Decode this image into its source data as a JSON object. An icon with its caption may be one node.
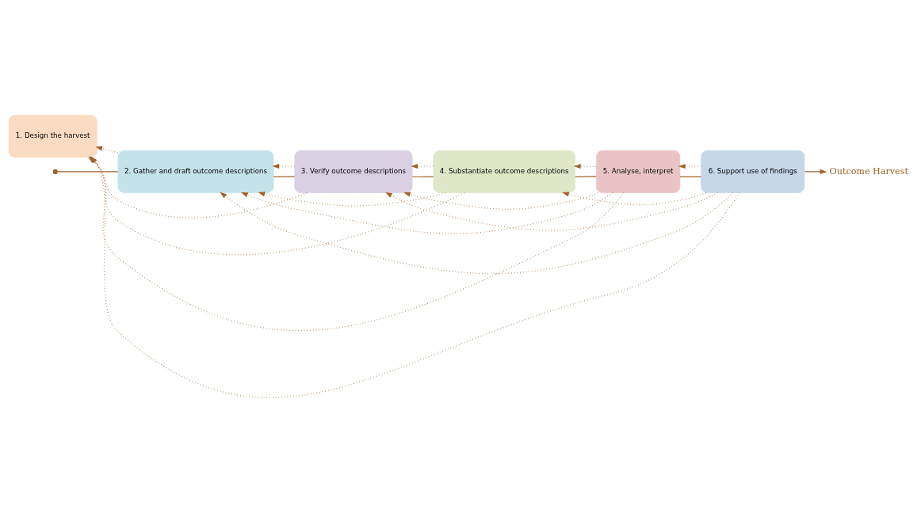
{
  "diagram": {
    "nodes": [
      {
        "text": [
          "1. Design the harvest"
        ]
      },
      {
        "text": [
          "2. Gather and draft outcome descriptions"
        ]
      },
      {
        "text": [
          "3. Verify outcome descriptions"
        ]
      },
      {
        "text": [
          "4. Substantiate outcome descriptions"
        ]
      },
      {
        "text": [
          "5. Analyse, interpret"
        ]
      },
      {
        "text": [
          "6. Support use of findings"
        ]
      },
      {
        "text": [
          "Outcome Harvest"
        ]
      }
    ],
    "edges": [
      {
        "from": null,
        "to": 1,
        "arrow": "other"
      },
      {
        "from": 1,
        "to": 2,
        "arrow": "none"
      },
      {
        "from": 2,
        "to": 3,
        "arrow": "none"
      },
      {
        "from": 3,
        "to": 4,
        "arrow": "none"
      },
      {
        "from": 4,
        "to": 5,
        "arrow": "none"
      },
      {
        "from": 5,
        "to": 6,
        "arrow": "to"
      },
      {
        "from": 1,
        "to": 0,
        "arrow": "to",
        "style": "dashed"
      },
      {
        "from": 2,
        "to": 0,
        "arrow": "to",
        "style": "dashed"
      },
      {
        "from": 2,
        "to": 1,
        "arrow": "to",
        "style": "dashed"
      },
      {
        "from": 3,
        "to": 0,
        "arrow": "to",
        "style": "dashed"
      },
      {
        "from": 3,
        "to": 1,
        "arrow": "to",
        "style": "dashed"
      },
      {
        "from": 3,
        "to": 2,
        "arrow": "to",
        "style": "dashed"
      },
      {
        "from": 4,
        "to": 0,
        "arrow": "to",
        "style": "dashed"
      },
      {
        "from": 4,
        "to": 1,
        "arrow": "to",
        "style": "dashed"
      },
      {
        "from": 4,
        "to": 2,
        "arrow": "to",
        "style": "dashed"
      },
      {
        "from": 4,
        "to": 3,
        "arrow": "to",
        "style": "dashed"
      },
      {
        "from": 5,
        "to": 0,
        "arrow": "to",
        "style": "dashed"
      },
      {
        "from": 5,
        "to": 1,
        "arrow": "to",
        "style": "dashed"
      },
      {
        "from": 5,
        "to": 2,
        "arrow": "to",
        "style": "dashed"
      },
      {
        "from": 5,
        "to": 3,
        "arrow": "to",
        "style": "dashed"
      },
      {
        "from": 5,
        "to": 4,
        "arrow": "to",
        "style": "dashed"
      }
    ]
  }
}
